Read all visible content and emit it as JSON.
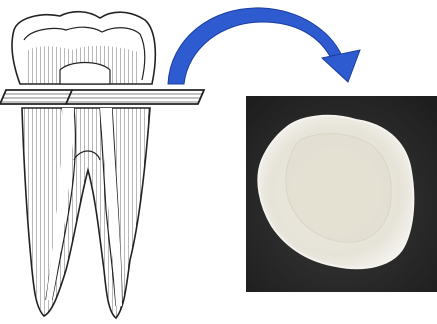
{
  "figure": {
    "components": [
      "tooth-cross-section",
      "cutting-plane-slab",
      "curved-arrow",
      "specimen-photo"
    ],
    "arrow_color": "#2f5bd0",
    "arrow_outline": "#1a3e9e",
    "line_color": "#222222",
    "photo_background": "#2b2b2b",
    "specimen_color": "#e8e6dc"
  }
}
